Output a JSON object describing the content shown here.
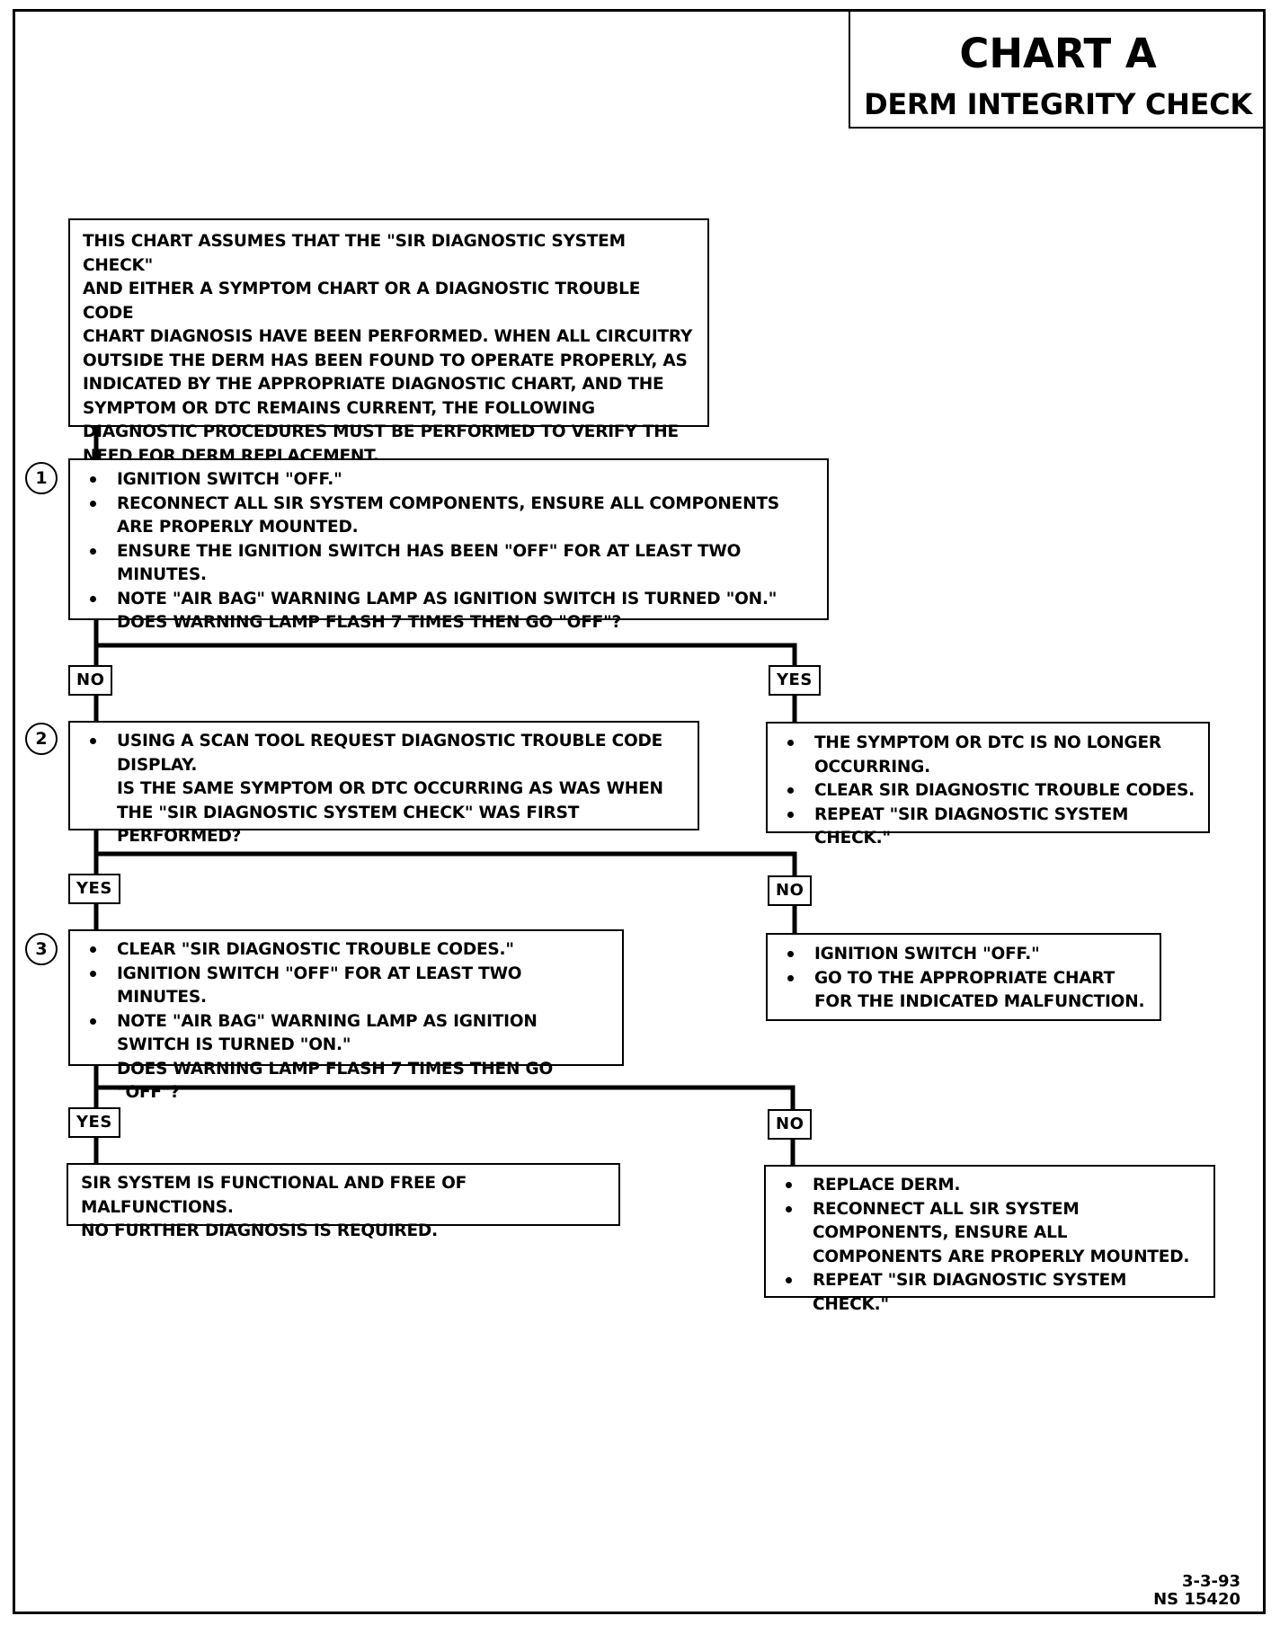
{
  "header": {
    "title": "CHART A",
    "subtitle": "DERM INTEGRITY CHECK"
  },
  "intro": {
    "lines": [
      "THIS CHART ASSUMES THAT THE \"SIR DIAGNOSTIC SYSTEM CHECK\"",
      "AND EITHER A SYMPTOM CHART OR A DIAGNOSTIC TROUBLE CODE",
      "CHART DIAGNOSIS HAVE BEEN PERFORMED.  WHEN ALL CIRCUITRY",
      "OUTSIDE THE DERM HAS BEEN FOUND TO OPERATE PROPERLY, AS",
      "INDICATED BY THE APPROPRIATE DIAGNOSTIC CHART, AND THE",
      "SYMPTOM OR DTC REMAINS CURRENT, THE FOLLOWING",
      "DIAGNOSTIC PROCEDURES MUST BE PERFORMED TO VERIFY THE",
      "NEED FOR DERM REPLACEMENT."
    ]
  },
  "step1": {
    "number": "1",
    "bullets": [
      "IGNITION SWITCH \"OFF.\"",
      "RECONNECT ALL SIR SYSTEM COMPONENTS, ENSURE ALL COMPONENTS ARE PROPERLY MOUNTED.",
      "ENSURE THE IGNITION SWITCH HAS BEEN \"OFF\" FOR AT LEAST TWO MINUTES.",
      "NOTE \"AIR BAG\" WARNING LAMP AS IGNITION SWITCH IS TURNED \"ON.\""
    ],
    "question": "DOES WARNING LAMP FLASH 7 TIMES THEN GO \"OFF\"?",
    "left_label": "NO",
    "right_label": "YES"
  },
  "step1_yes": {
    "bullets": [
      "THE SYMPTOM OR DTC IS NO LONGER OCCURRING.",
      "CLEAR SIR DIAGNOSTIC TROUBLE CODES.",
      "REPEAT \"SIR DIAGNOSTIC SYSTEM CHECK.\""
    ]
  },
  "step2": {
    "number": "2",
    "bullets": [
      "USING A SCAN TOOL REQUEST DIAGNOSTIC TROUBLE CODE DISPLAY."
    ],
    "question": "IS THE SAME SYMPTOM OR DTC OCCURRING AS WAS WHEN THE \"SIR DIAGNOSTIC SYSTEM CHECK\" WAS FIRST PERFORMED?",
    "left_label": "YES",
    "right_label": "NO"
  },
  "step2_no": {
    "bullets": [
      "IGNITION SWITCH \"OFF.\"",
      "GO TO THE APPROPRIATE CHART FOR THE INDICATED MALFUNCTION."
    ]
  },
  "step3": {
    "number": "3",
    "bullets": [
      "CLEAR \"SIR DIAGNOSTIC TROUBLE CODES.\"",
      "IGNITION SWITCH \"OFF\" FOR AT LEAST TWO MINUTES.",
      "NOTE \"AIR BAG\" WARNING LAMP AS IGNITION SWITCH IS TURNED \"ON.\""
    ],
    "question": "DOES WARNING LAMP FLASH 7 TIMES THEN GO \"OFF\"?",
    "left_label": "YES",
    "right_label": "NO"
  },
  "step3_yes": {
    "lines": [
      "SIR SYSTEM IS FUNCTIONAL AND FREE OF MALFUNCTIONS.",
      "NO FURTHER DIAGNOSIS IS REQUIRED."
    ]
  },
  "step3_no": {
    "bullets": [
      "REPLACE DERM.",
      "RECONNECT ALL SIR SYSTEM COMPONENTS, ENSURE ALL COMPONENTS ARE PROPERLY MOUNTED.",
      "REPEAT \"SIR DIAGNOSTIC SYSTEM CHECK.\""
    ]
  },
  "footer": {
    "date": "3-3-93",
    "code": "NS 15420"
  }
}
